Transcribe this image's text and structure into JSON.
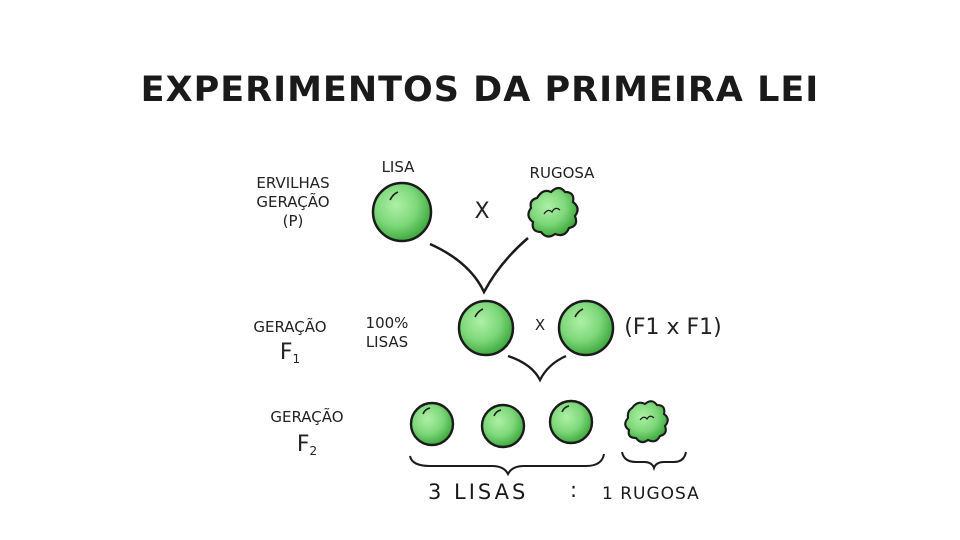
{
  "title": "EXPERIMENTOS DA PRIMEIRA LEI",
  "generation_p": {
    "label_lines": [
      "ERVILHAS",
      "GERAÇÃO",
      "(P)"
    ],
    "lisa_label": "LISA",
    "rugosa_label": "RUGOSA",
    "cross": "X"
  },
  "generation_f1": {
    "label_line1": "GERAÇÃO",
    "label_letter": "F",
    "label_sub": "1",
    "percent_line1": "100%",
    "percent_line2": "LISAS",
    "cross": "X",
    "self_cross": "(F1 x F1)"
  },
  "generation_f2": {
    "label_line1": "GERAÇÃO",
    "label_letter": "F",
    "label_sub": "2",
    "ratio_smooth": "3 LISAS",
    "ratio_sep": ":",
    "ratio_wrinkled": "1 RUGOSA"
  },
  "colors": {
    "pea_fill": "#7ed87a",
    "pea_dark": "#3aa63a",
    "outline": "#1b1b1b"
  }
}
